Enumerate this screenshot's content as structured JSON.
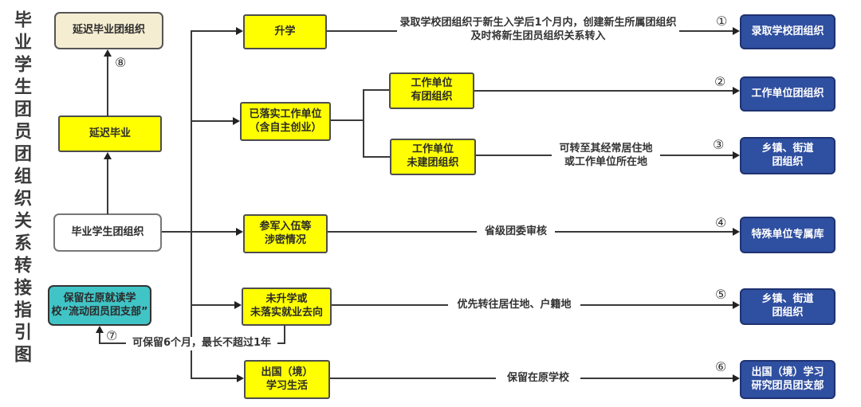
{
  "title": "毕业学生团员团组织关系转接指引图",
  "nodes": {
    "delayed_grad_org": "延迟毕业团组织",
    "delayed_grad": "延迟毕业",
    "grad_student_org": "毕业学生团组织",
    "retained_school": "保留在原就读学\n校“流动团员团支部”",
    "further_study": "升学",
    "employed": "已落实工作单位\n（含自主创业）",
    "work_has_org": "工作单位\n有团组织",
    "work_no_org": "工作单位\n未建团组织",
    "military_secret": "参军入伍等\n涉密情况",
    "not_enrolled": "未升学或\n未落实就业去向",
    "abroad_study": "出国（境）\n学习生活",
    "admit_school_org": "录取学校团组织",
    "work_unit_org": "工作单位团组织",
    "township_street_org_1": "乡镇、街道\n团组织",
    "special_unit_repo": "特殊单位专属库",
    "township_street_org_2": "乡镇、街道\n团组织",
    "abroad_league_branch": "出国（境）学习\n研究团员团支部"
  },
  "annotations": {
    "admit_note": "录取学校团组织于新生入学后1个月内，创建新生所属团组织\n及时将新生团员组织关系转入",
    "transfer_residence": "可转至其经常居住地\n或工作单位所在地",
    "provincial_review": "省级团委审核",
    "priority_residence": "优先转往居住地、户籍地",
    "keep_school": "保留在原学校",
    "retain_note": "可保留6个月，最长不超过1年"
  },
  "badges": {
    "n1": "①",
    "n2": "②",
    "n3": "③",
    "n4": "④",
    "n5": "⑤",
    "n6": "⑥",
    "n7": "⑦",
    "n8": "⑧"
  },
  "colors": {
    "yellow": "#ffff00",
    "blue": "#2f4fa0",
    "teal": "#41c4c6",
    "beige": "#f5edd2",
    "line": "#3a3a3a"
  }
}
